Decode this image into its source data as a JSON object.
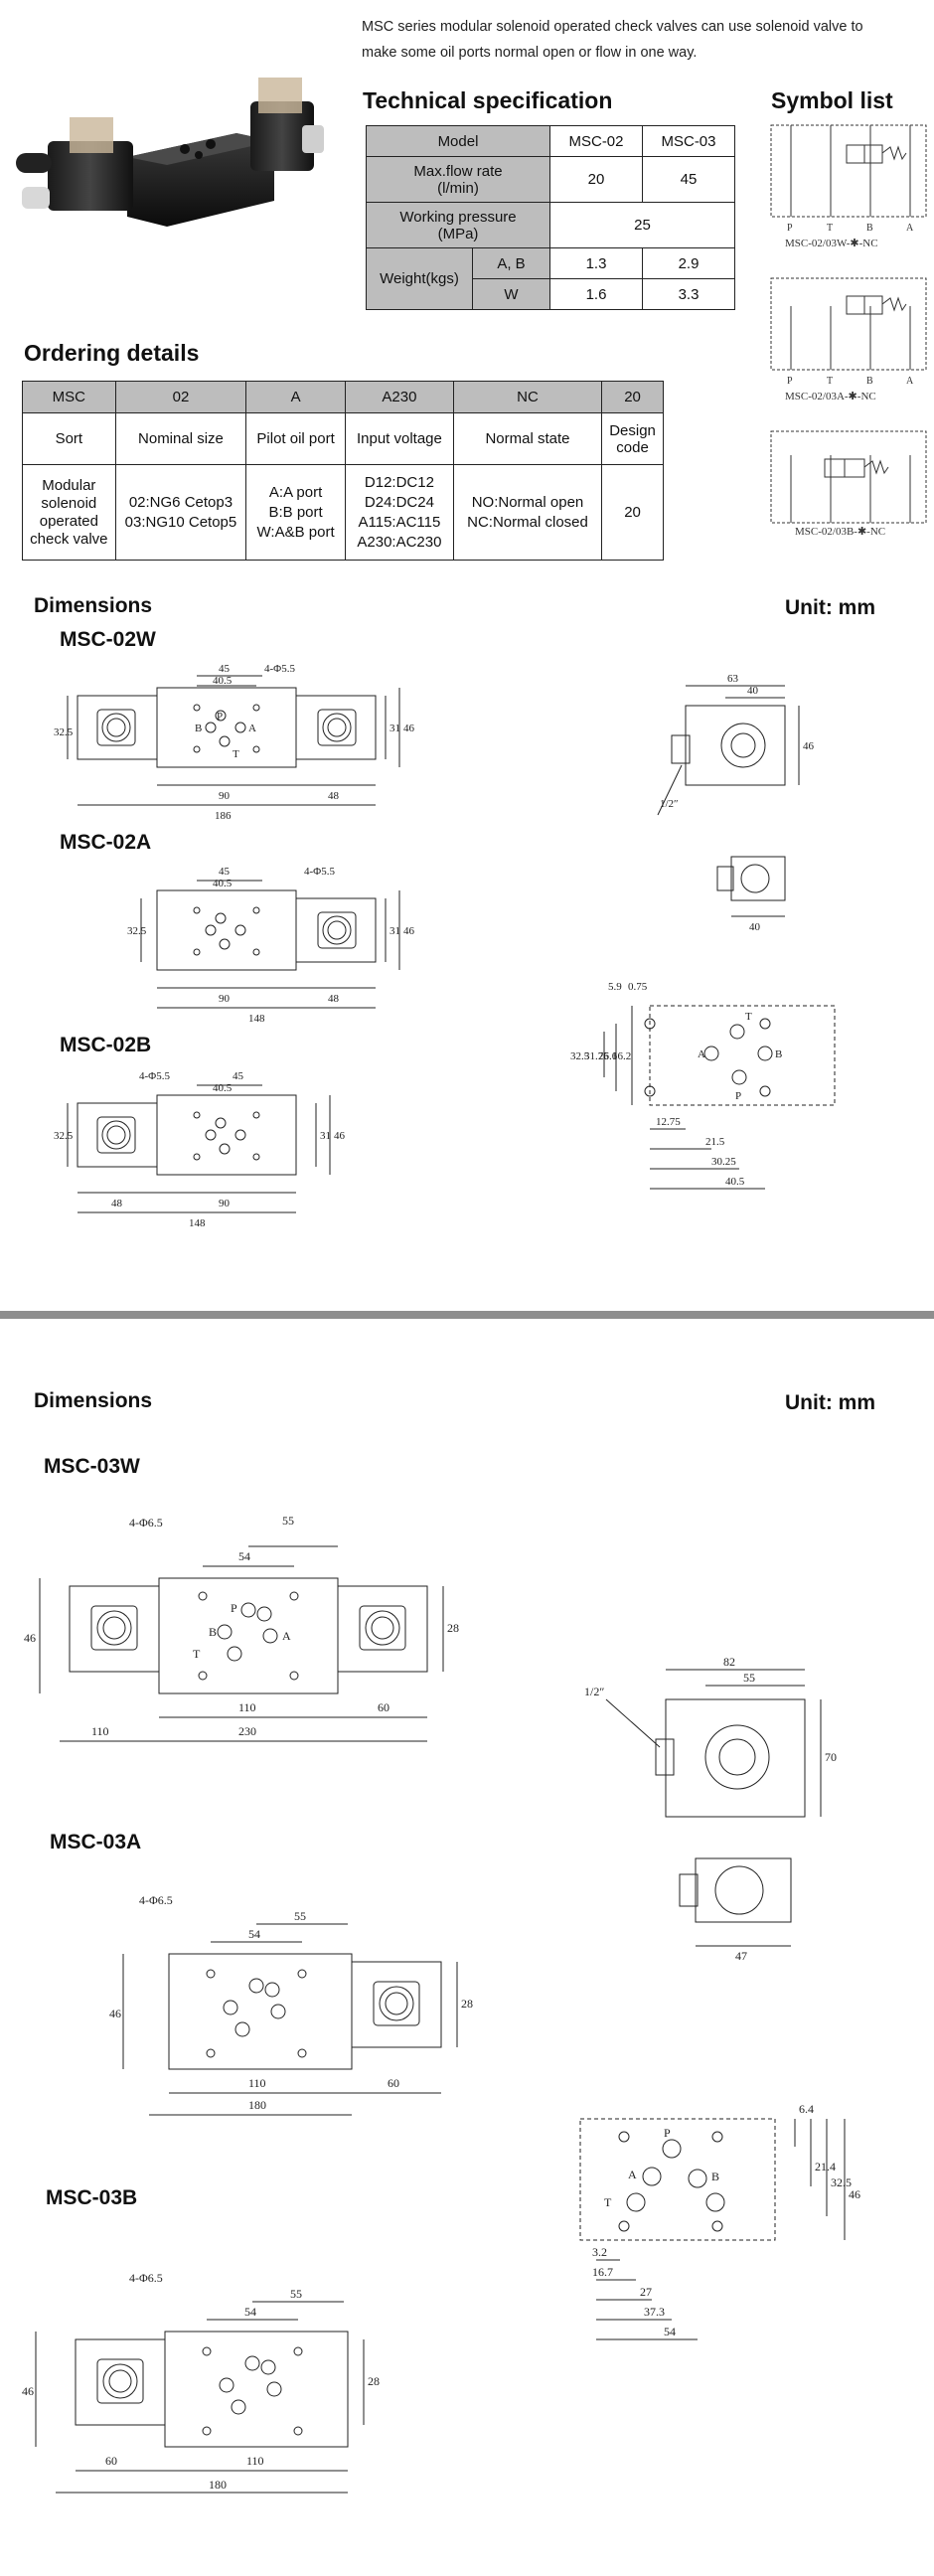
{
  "intro": {
    "line1": "MSC series modular solenoid operated check valves can use solenoid valve to",
    "line2": "make some oil ports normal open or flow in one way."
  },
  "tech_spec": {
    "title": "Technical specification",
    "h_model": "Model",
    "h_msc02": "MSC-02",
    "h_msc03": "MSC-03",
    "flow_label_1": "Max.flow rate",
    "flow_label_2": "(l/min)",
    "flow_02": "20",
    "flow_03": "45",
    "pressure_label_1": "Working pressure",
    "pressure_label_2": "(MPa)",
    "pressure": "25",
    "weight_label": "Weight(kgs)",
    "weight_ab_label": "A, B",
    "weight_ab_02": "1.3",
    "weight_ab_03": "2.9",
    "weight_w_label": "W",
    "weight_w_02": "1.6",
    "weight_w_03": "3.3"
  },
  "symbols": {
    "title": "Symbol list",
    "port_p": "P",
    "port_t": "T",
    "port_b": "B",
    "port_a": "A",
    "w_caption": "MSC-02/03W-✱-NC",
    "a_caption": "MSC-02/03A-✱-NC",
    "b_caption": "MSC-02/03B-✱-NC"
  },
  "ordering": {
    "title": "Ordering details",
    "code": [
      "MSC",
      "02",
      "A",
      "A230",
      "NC",
      "20"
    ],
    "headers": [
      "Sort",
      "Nominal size",
      "Pilot oil port",
      "Input voltage",
      "Normal state",
      "Design code"
    ],
    "sort": [
      "Modular",
      "solenoid",
      "operated",
      "check valve"
    ],
    "size": [
      "02:NG6 Cetop3",
      "03:NG10 Cetop5"
    ],
    "pilot": [
      "A:A port",
      "B:B port",
      "W:A&B port"
    ],
    "voltage": [
      "D12:DC12",
      "D24:DC24",
      "A115:AC115",
      "A230:AC230"
    ],
    "state": [
      "NO:Normal open",
      "NC:Normal closed"
    ],
    "design": "20"
  },
  "dims": {
    "title": "Dimensions",
    "unit": "Unit: mm",
    "msc02w": "MSC-02W",
    "msc02a": "MSC-02A",
    "msc02b": "MSC-02B",
    "msc03w": "MSC-03W",
    "msc03a": "MSC-03A",
    "msc03b": "MSC-03B",
    "d02": {
      "w45": "45",
      "w40_5": "40.5",
      "holes": "4-Φ5.5",
      "h32_5": "32.5",
      "h31": "31",
      "h46": "46",
      "l90": "90",
      "l48": "48",
      "l186": "186",
      "l148": "148",
      "side63": "63",
      "side40": "40",
      "side46": "46",
      "half_inch": "1/2″",
      "a40": "40",
      "v5_9": "5.9",
      "v0_75": "0.75",
      "v32_5": "32.5",
      "v31_75": "31.75",
      "v26_6": "26.6",
      "v16_2": "16.2",
      "b12_75": "12.75",
      "b21_5": "21.5",
      "b30_25": "30.25",
      "b40_5": "40.5"
    },
    "d03": {
      "holes": "4-Φ6.5",
      "w54": "54",
      "w55": "55",
      "h46": "46",
      "h28": "28",
      "l110": "110",
      "l60": "60",
      "l230": "230",
      "l180": "180",
      "side82": "82",
      "side55": "55",
      "side70": "70",
      "half_inch": "1/2″",
      "a47": "47",
      "v6_4": "6.4",
      "v21_4": "21.4",
      "v32_5": "32.5",
      "v46": "46",
      "b3_2": "3.2",
      "b16_7": "16.7",
      "b27": "27",
      "b37_3": "37.3",
      "b54": "54"
    },
    "ports": {
      "p": "P",
      "a": "A",
      "b": "B",
      "t": "T"
    }
  }
}
